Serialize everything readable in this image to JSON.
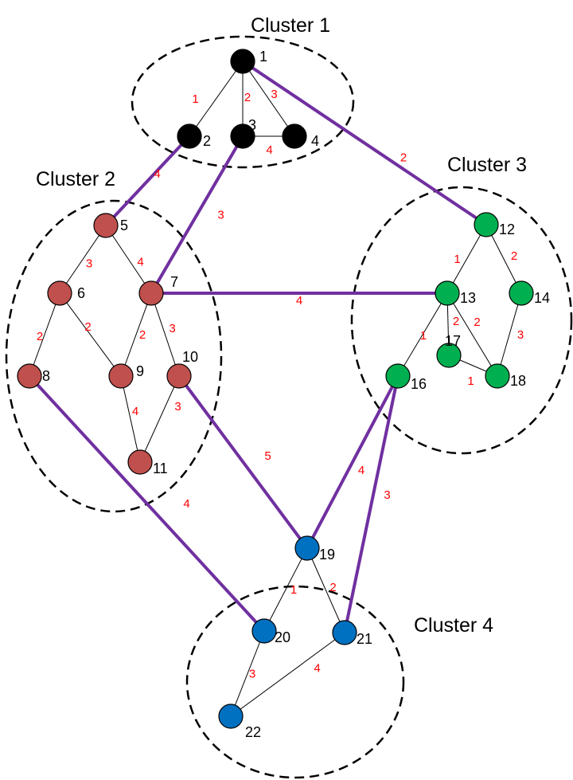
{
  "colors": {
    "cluster_1": "#000000",
    "cluster_2": "#C0504D",
    "cluster_3": "#00B050",
    "cluster_4": "#0070C0",
    "inter_edge": "#7030A0",
    "weight_text": "#FF0000"
  },
  "clusters": [
    {
      "id": "cluster-1",
      "label": "Cluster 1"
    },
    {
      "id": "cluster-2",
      "label": "Cluster 2"
    },
    {
      "id": "cluster-3",
      "label": "Cluster 3"
    },
    {
      "id": "cluster-4",
      "label": "Cluster 4"
    }
  ],
  "nodes": [
    {
      "id": "1",
      "label": "1",
      "cluster": 1
    },
    {
      "id": "2",
      "label": "2",
      "cluster": 1
    },
    {
      "id": "3",
      "label": "3",
      "cluster": 1
    },
    {
      "id": "4",
      "label": "4",
      "cluster": 1
    },
    {
      "id": "5",
      "label": "5",
      "cluster": 2
    },
    {
      "id": "6",
      "label": "6",
      "cluster": 2
    },
    {
      "id": "7",
      "label": "7",
      "cluster": 2
    },
    {
      "id": "8",
      "label": "8",
      "cluster": 2
    },
    {
      "id": "9",
      "label": "9",
      "cluster": 2
    },
    {
      "id": "10",
      "label": "10",
      "cluster": 2
    },
    {
      "id": "11",
      "label": "11",
      "cluster": 2
    },
    {
      "id": "12",
      "label": "12",
      "cluster": 3
    },
    {
      "id": "13",
      "label": "13",
      "cluster": 3
    },
    {
      "id": "14",
      "label": "14",
      "cluster": 3
    },
    {
      "id": "16",
      "label": "16",
      "cluster": 3
    },
    {
      "id": "17",
      "label": "17",
      "cluster": 3
    },
    {
      "id": "18",
      "label": "18",
      "cluster": 3
    },
    {
      "id": "19",
      "label": "19",
      "cluster": 4
    },
    {
      "id": "20",
      "label": "20",
      "cluster": 4
    },
    {
      "id": "21",
      "label": "21",
      "cluster": 4
    },
    {
      "id": "22",
      "label": "22",
      "cluster": 4
    }
  ],
  "edges": [
    {
      "from": "1",
      "to": "2",
      "weight": "1",
      "inter": false
    },
    {
      "from": "1",
      "to": "3",
      "weight": "2",
      "inter": false
    },
    {
      "from": "1",
      "to": "4",
      "weight": "3",
      "inter": false
    },
    {
      "from": "3",
      "to": "4",
      "weight": "4",
      "inter": false
    },
    {
      "from": "5",
      "to": "6",
      "weight": "3",
      "inter": false
    },
    {
      "from": "5",
      "to": "7",
      "weight": "4",
      "inter": false
    },
    {
      "from": "6",
      "to": "8",
      "weight": "2",
      "inter": false
    },
    {
      "from": "6",
      "to": "9",
      "weight": "2",
      "inter": false
    },
    {
      "from": "7",
      "to": "9",
      "weight": "2",
      "inter": false
    },
    {
      "from": "7",
      "to": "10",
      "weight": "3",
      "inter": false
    },
    {
      "from": "9",
      "to": "11",
      "weight": "4",
      "inter": false
    },
    {
      "from": "10",
      "to": "11",
      "weight": "3",
      "inter": false
    },
    {
      "from": "12",
      "to": "13",
      "weight": "1",
      "inter": false
    },
    {
      "from": "12",
      "to": "14",
      "weight": "2",
      "inter": false
    },
    {
      "from": "13",
      "to": "16",
      "weight": "1",
      "inter": false
    },
    {
      "from": "13",
      "to": "17",
      "weight": "2",
      "inter": false
    },
    {
      "from": "13",
      "to": "18",
      "weight": "2",
      "inter": false
    },
    {
      "from": "14",
      "to": "18",
      "weight": "3",
      "inter": false
    },
    {
      "from": "17",
      "to": "18",
      "weight": "1",
      "inter": false
    },
    {
      "from": "19",
      "to": "20",
      "weight": "1",
      "inter": false
    },
    {
      "from": "19",
      "to": "21",
      "weight": "2",
      "inter": false
    },
    {
      "from": "20",
      "to": "22",
      "weight": "3",
      "inter": false
    },
    {
      "from": "21",
      "to": "22",
      "weight": "4",
      "inter": false
    },
    {
      "from": "1",
      "to": "12",
      "weight": "2",
      "inter": true
    },
    {
      "from": "2",
      "to": "5",
      "weight": "4",
      "inter": true
    },
    {
      "from": "3",
      "to": "7",
      "weight": "3",
      "inter": true
    },
    {
      "from": "7",
      "to": "13",
      "weight": "4",
      "inter": true
    },
    {
      "from": "10",
      "to": "19",
      "weight": "5",
      "inter": true
    },
    {
      "from": "8",
      "to": "20",
      "weight": "4",
      "inter": true
    },
    {
      "from": "16",
      "to": "19",
      "weight": "4",
      "inter": true
    },
    {
      "from": "16",
      "to": "21",
      "weight": "3",
      "inter": true
    }
  ]
}
